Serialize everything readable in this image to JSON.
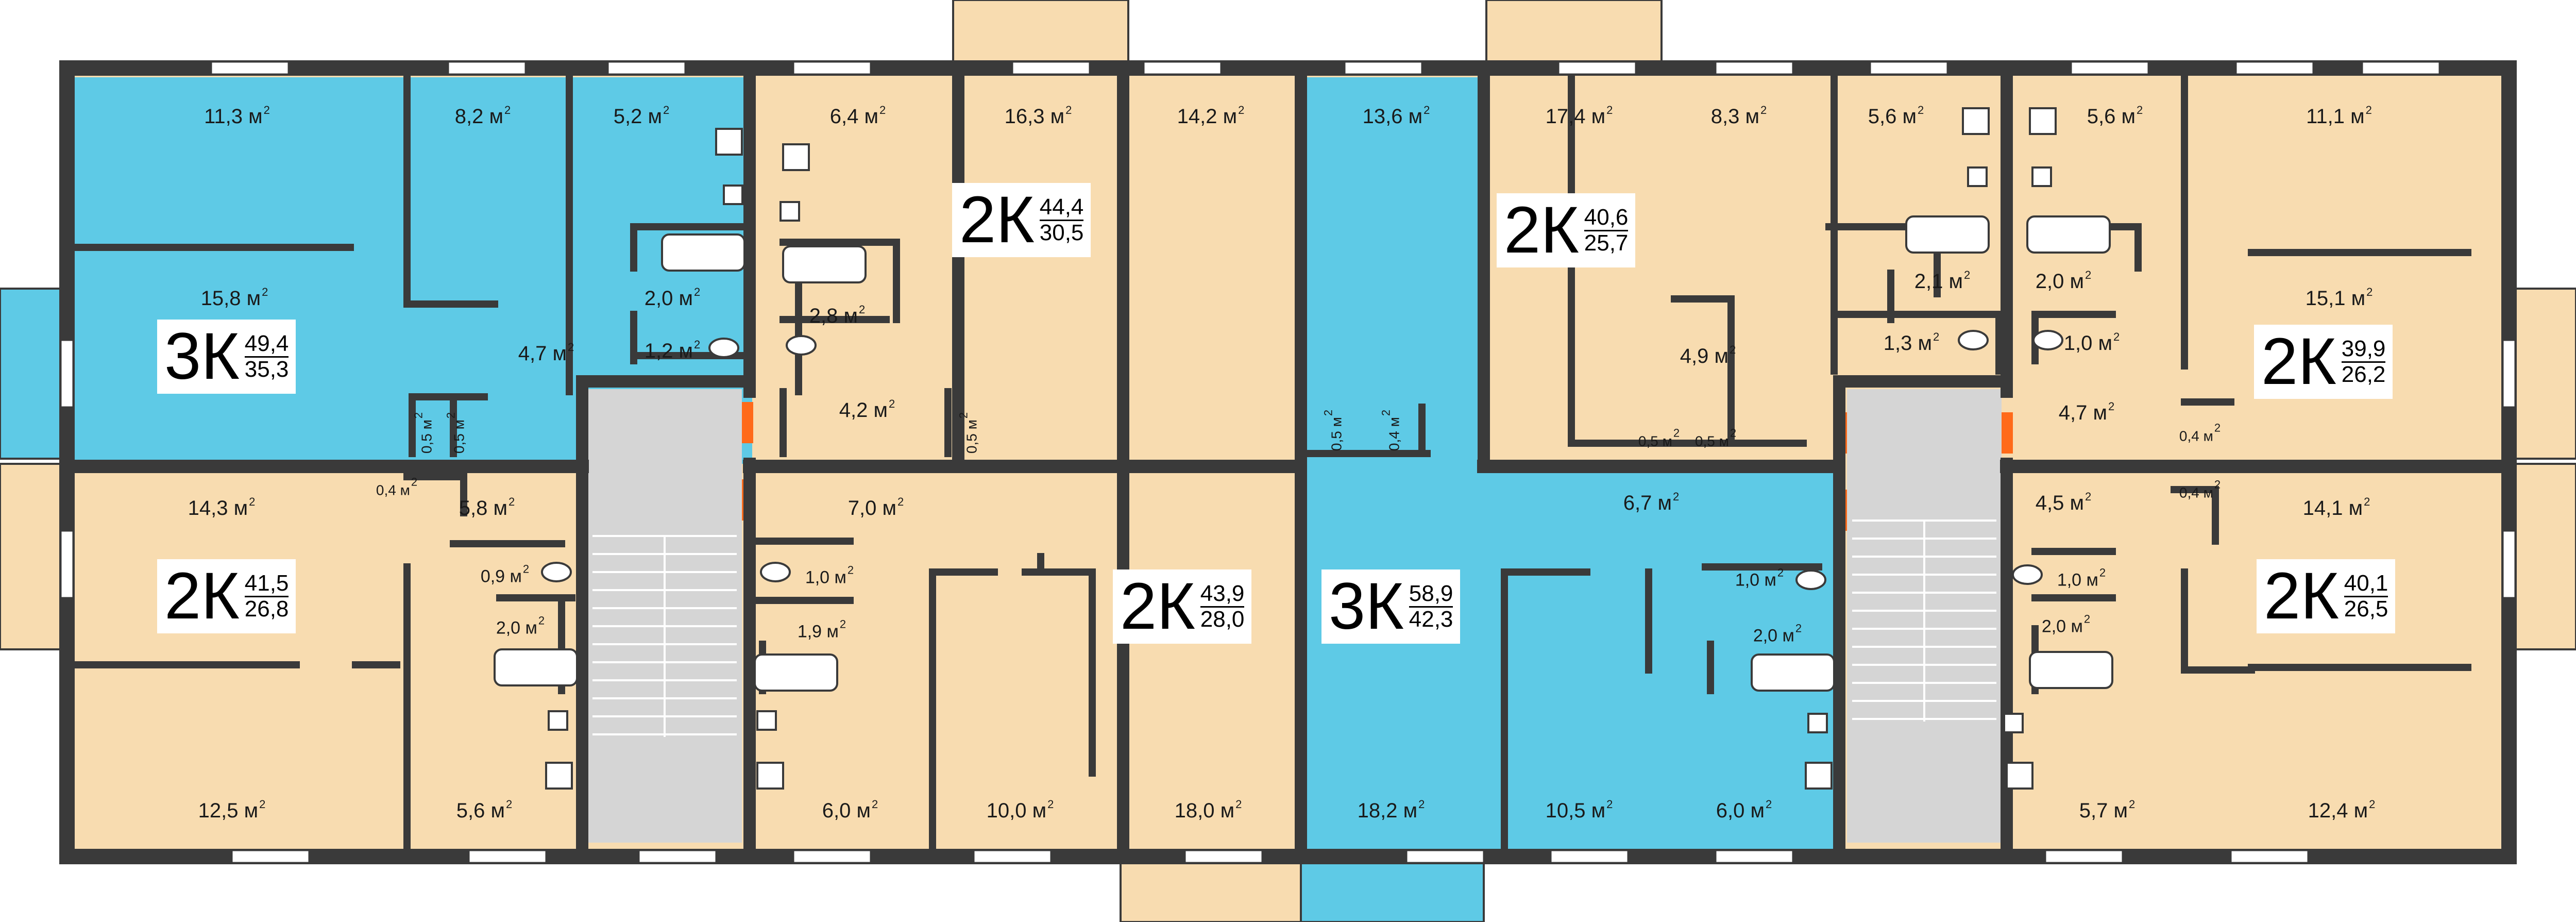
{
  "area_unit": "м",
  "area_unit_exponent": "2",
  "colors": {
    "wall": "#3a3a3a",
    "apartment_beige": "#f8dcb0",
    "apartment_blue": "#5ecae6",
    "stairwell": "#d5d5d5",
    "door_accent": "#ff6a1a",
    "label_background": "#ffffff"
  },
  "apartments": [
    {
      "type": "3К",
      "total": "49,4",
      "living": "35,3"
    },
    {
      "type": "2К",
      "total": "44,4",
      "living": "30,5"
    },
    {
      "type": "2К",
      "total": "40,6",
      "living": "25,7"
    },
    {
      "type": "2К",
      "total": "39,9",
      "living": "26,2"
    },
    {
      "type": "2К",
      "total": "41,5",
      "living": "26,8"
    },
    {
      "type": "2К",
      "total": "43,9",
      "living": "28,0"
    },
    {
      "type": "3К",
      "total": "58,9",
      "living": "42,3"
    },
    {
      "type": "2К",
      "total": "40,1",
      "living": "26,5"
    }
  ],
  "rooms": [
    "11,3",
    "8,2",
    "5,2",
    "6,4",
    "16,3",
    "14,2",
    "13,6",
    "17,4",
    "8,3",
    "5,6",
    "5,6",
    "11,1",
    "15,8",
    "2,0",
    "2,8",
    "2,1",
    "2,0",
    "15,1",
    "4,7",
    "1,2",
    "4,9",
    "1,3",
    "1,0",
    "4,2",
    "4,7",
    "0,5",
    "0,5",
    "0,5",
    "0,5",
    "0,4",
    "0,5",
    "0,5",
    "0,4",
    "14,3",
    "0,4",
    "5,8",
    "7,0",
    "6,7",
    "4,5",
    "0,4",
    "14,1",
    "0,9",
    "1,0",
    "1,0",
    "1,0",
    "2,0",
    "1,9",
    "2,0",
    "2,0",
    "12,5",
    "5,6",
    "6,0",
    "10,0",
    "18,0",
    "18,2",
    "10,5",
    "6,0",
    "5,7",
    "12,4"
  ]
}
